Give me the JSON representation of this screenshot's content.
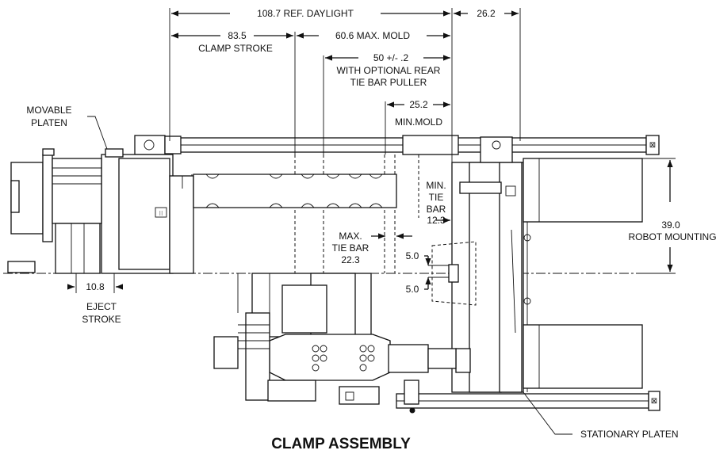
{
  "title": "CLAMP ASSEMBLY",
  "dimensions": {
    "daylight": "108.7 REF. DAYLIGHT",
    "offset": "26.2",
    "clamp_stroke_value": "83.5",
    "clamp_stroke_label": "CLAMP STROKE",
    "max_mold": "60.6  MAX. MOLD",
    "rear_puller_value": "50 +/- .2",
    "rear_puller_line1": "WITH OPTIONAL REAR",
    "rear_puller_line2": "TIE BAR PULLER",
    "min_mold_value": "25.2",
    "min_mold_label": "MIN.MOLD",
    "min_tie_bar_1": "MIN.",
    "min_tie_bar_2": "TIE",
    "min_tie_bar_3": "BAR",
    "min_tie_bar_4": "12.3",
    "max_tie_bar_1": "MAX.",
    "max_tie_bar_2": "TIE BAR",
    "max_tie_bar_3": "22.3",
    "offset_upper": "5.0",
    "offset_lower": "5.0",
    "robot_value": "39.0",
    "robot_label": "ROBOT MOUNTING",
    "eject_value": "10.8",
    "eject_label_1": "EJECT",
    "eject_label_2": "STROKE"
  },
  "callouts": {
    "movable_1": "MOVABLE",
    "movable_2": "PLATEN",
    "stationary": "STATIONARY PLATEN"
  }
}
